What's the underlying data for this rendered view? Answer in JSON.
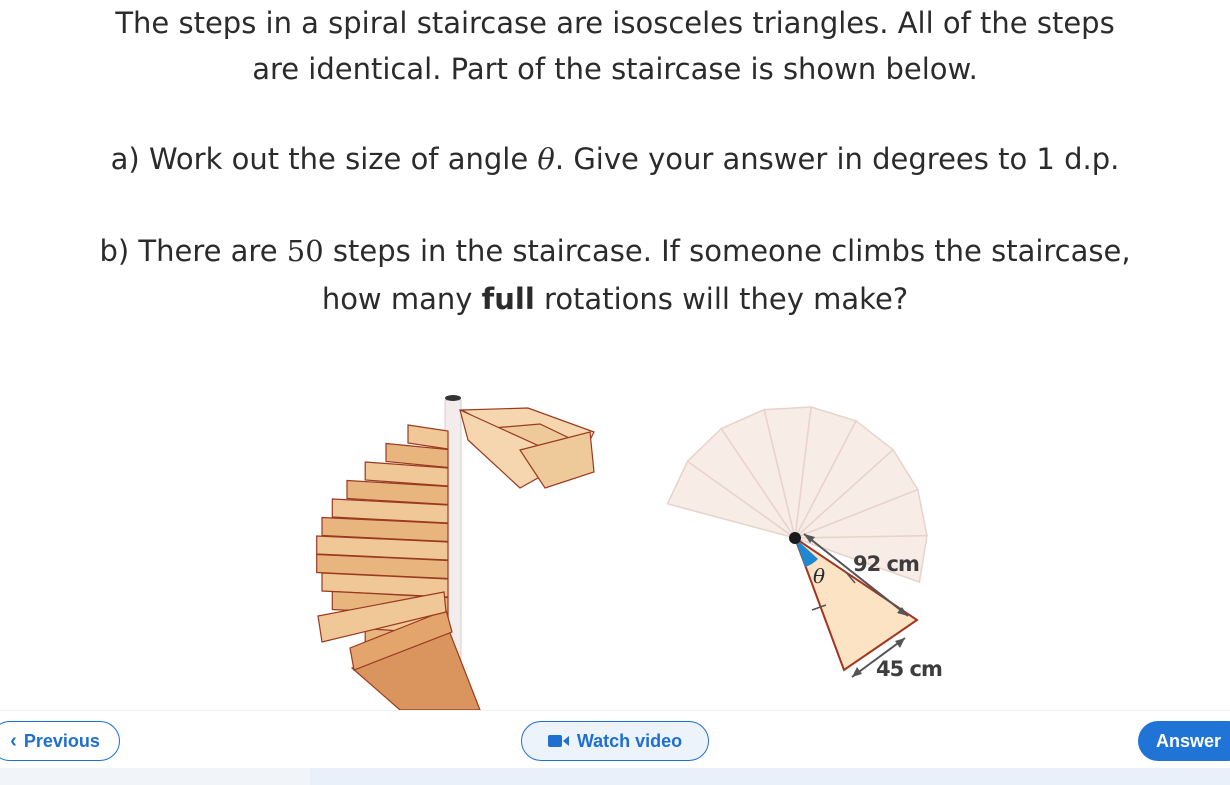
{
  "question": {
    "intro_line1": "The steps in a spiral staircase are isosceles triangles. All of the steps",
    "intro_line2": "are identical. Part of the staircase is shown below.",
    "part_a_prefix": "a) Work out the size of angle ",
    "part_a_var": "θ",
    "part_a_suffix": ". Give your answer in degrees to 1 d.p.",
    "part_b_prefix": "b) There are ",
    "part_b_number": "50",
    "part_b_suffix": " steps in the staircase. If someone climbs the staircase,",
    "part_b_line2_prefix": "how many ",
    "part_b_line2_bold": "full",
    "part_b_line2_suffix": " rotations will they make?"
  },
  "diagram": {
    "angle_label": "θ",
    "side_label": "92 cm",
    "base_label": "45 cm",
    "colors": {
      "step_fill": "#fbe3c4",
      "step_stroke": "#a3341f",
      "faded_fill": "#f7ece6",
      "faded_stroke": "#e8d3cc",
      "angle_fill": "#1e88d0",
      "stair_light": "#f0c898",
      "stair_dark": "#d9955d",
      "stair_edge": "#9a3a20"
    }
  },
  "nav": {
    "previous_label": "Previous",
    "video_label": "Watch video",
    "answer_label": "Answer",
    "accent_color": "#1f74d6"
  }
}
